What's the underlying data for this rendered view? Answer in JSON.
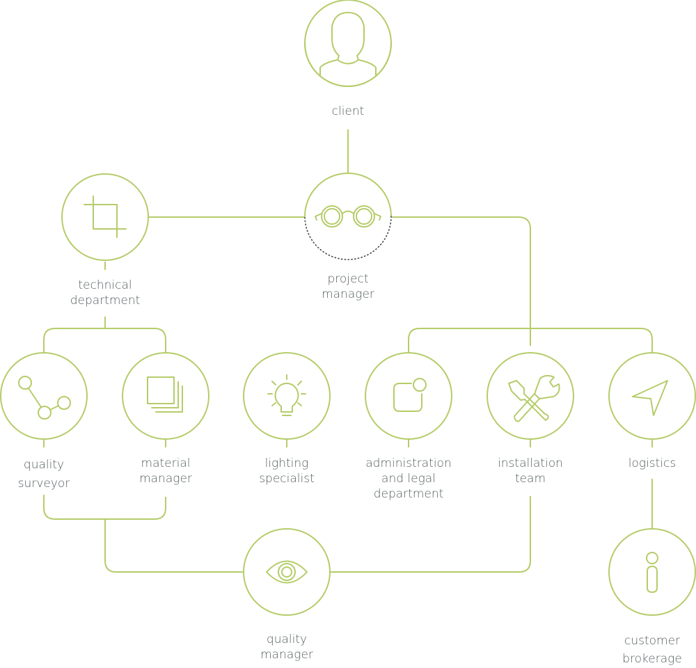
{
  "colors": {
    "line": "#b5cc6a",
    "text": "#555d5f",
    "background": "#ffffff"
  },
  "nodes": [
    {
      "id": "client",
      "icon": "person-icon",
      "label_lines": [
        "client"
      ]
    },
    {
      "id": "project-manager",
      "icon": "glasses-icon",
      "label_lines": [
        "project",
        "manager"
      ]
    },
    {
      "id": "technical-department",
      "icon": "crop-icon",
      "label_lines": [
        "technical",
        "department"
      ]
    },
    {
      "id": "quality-surveyor",
      "icon": "nodes-icon",
      "label_lines": [
        "quality",
        "surveyor"
      ]
    },
    {
      "id": "material-manager",
      "icon": "stack-icon",
      "label_lines": [
        "material",
        "manager"
      ]
    },
    {
      "id": "lighting-specialist",
      "icon": "lightbulb-icon",
      "label_lines": [
        "lighting",
        "specialist"
      ]
    },
    {
      "id": "administration-legal",
      "icon": "notification-icon",
      "label_lines": [
        "administration",
        "and legal",
        "department"
      ]
    },
    {
      "id": "installation-team",
      "icon": "tools-icon",
      "label_lines": [
        "installation",
        "team"
      ]
    },
    {
      "id": "logistics",
      "icon": "navigation-icon",
      "label_lines": [
        "logistics"
      ]
    },
    {
      "id": "quality-manager",
      "icon": "eye-icon",
      "label_lines": [
        "quality",
        "manager"
      ]
    },
    {
      "id": "customer-brokerage",
      "icon": "info-icon",
      "label_lines": [
        "customer",
        "brokerage"
      ]
    }
  ]
}
